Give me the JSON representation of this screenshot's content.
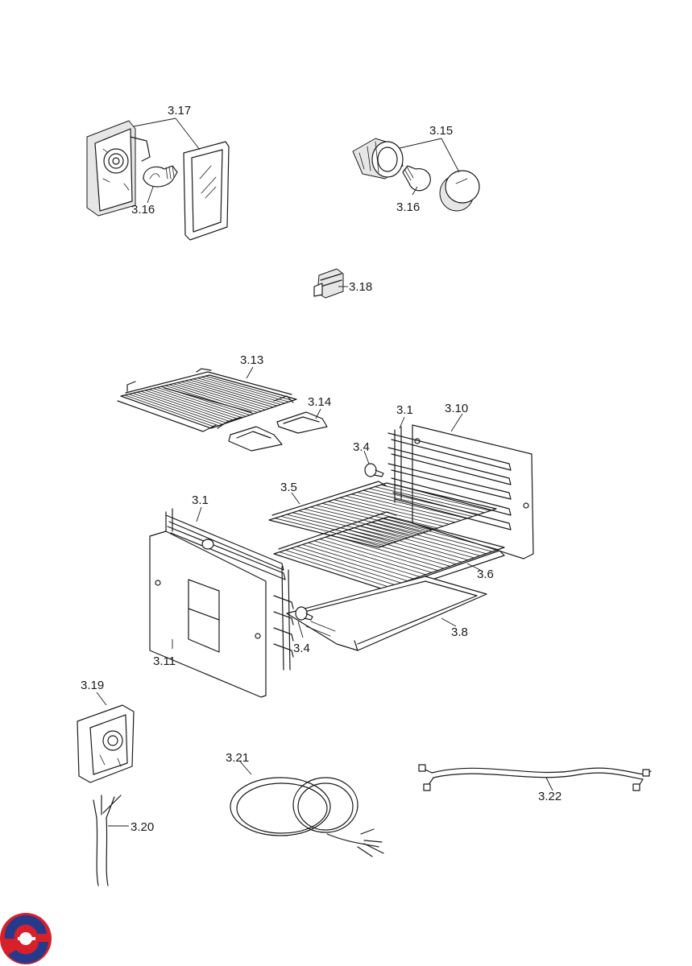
{
  "labels": {
    "p3_17": "3.17",
    "p3_16a": "3.16",
    "p3_15": "3.15",
    "p3_16b": "3.16",
    "p3_18": "3.18",
    "p3_13": "3.13",
    "p3_14": "3.14",
    "p3_1a": "3.1",
    "p3_10": "3.10",
    "p3_4a": "3.4",
    "p3_5": "3.5",
    "p3_1b": "3.1",
    "p3_6": "3.6",
    "p3_4b": "3.4",
    "p3_8": "3.8",
    "p3_11": "3.11",
    "p3_19": "3.19",
    "p3_21": "3.21",
    "p3_22": "3.22",
    "p3_20": "3.20"
  },
  "logo": {
    "colors": {
      "red": "#d8202a",
      "blue": "#243a8c"
    }
  }
}
